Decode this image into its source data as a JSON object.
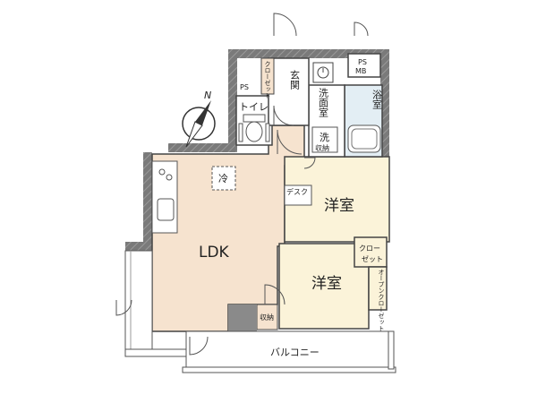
{
  "labels": {
    "ldk": "LDK",
    "bedroom_upper": "洋室",
    "bedroom_lower": "洋室",
    "entrance": "玄関",
    "closet_small": "クローゼット",
    "ps_upper": "PS",
    "ps_mb": "PS\nMB",
    "ps_left": "PS",
    "toilet": "トイレ",
    "washroom": "洗面室",
    "bathroom": "浴室",
    "washer": "洗",
    "storage_wash": "収納",
    "fridge": "冷",
    "desk": "デスク",
    "closet": "クローゼット",
    "open_closet": "オープンクローゼット",
    "storage_ldk": "収納",
    "balcony": "バルコニー"
  },
  "compass": {
    "north_label": "N"
  },
  "colors": {
    "ldk_floor": "#f6e3cf",
    "room_floor": "#fbf3d9",
    "wet_floor": "#e3eef4",
    "wall": "#6e6e6e"
  }
}
